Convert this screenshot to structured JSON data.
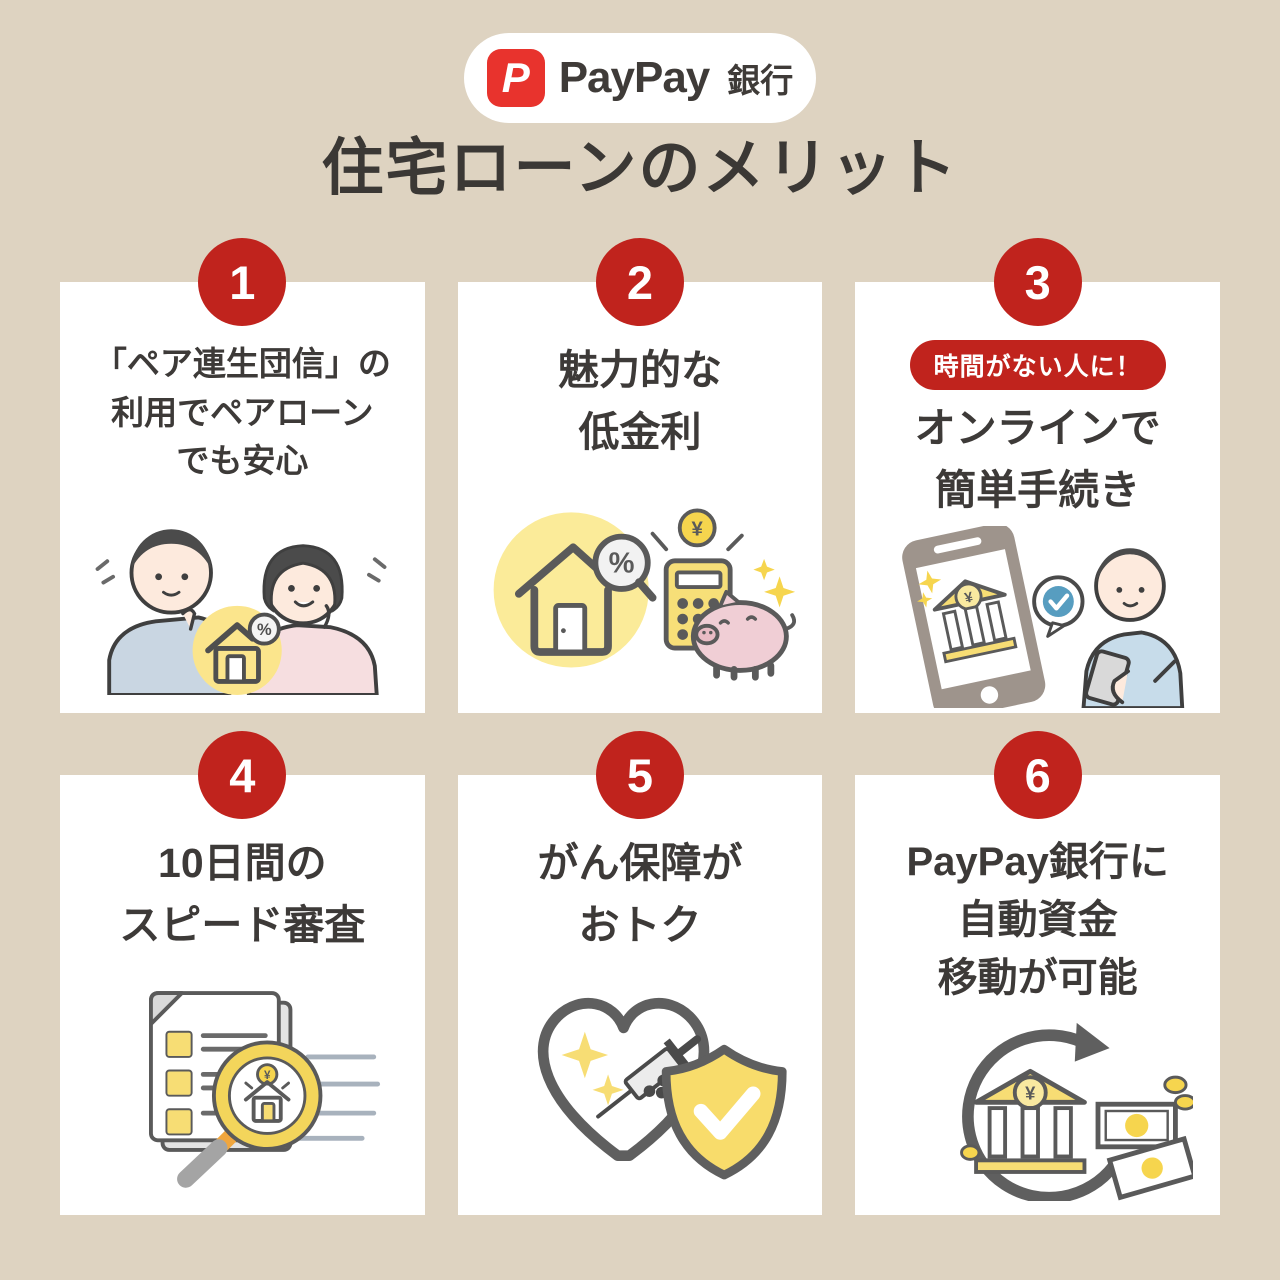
{
  "header": {
    "logo": {
      "mark": "P",
      "name": "PayPay",
      "suffix": "銀行"
    },
    "title": "住宅ローンのメリット"
  },
  "colors": {
    "background": "#ded3c1",
    "card": "#ffffff",
    "accent_red": "#c0231d",
    "paypay_red": "#e8332d",
    "text_dark": "#3b3835",
    "highlight_yellow": "#fbe892",
    "shield_yellow": "#f8dc6b",
    "check_blue": "#579dc0",
    "piggy_pink": "#f0ced5"
  },
  "cards": [
    {
      "number": "1",
      "title_lines": [
        "「ペア連生団信」の",
        "利用でペアローン",
        "でも安心"
      ],
      "illustration": "couple-with-house-interest-icon"
    },
    {
      "number": "2",
      "title_lines": [
        "魅力的な",
        "低金利"
      ],
      "illustration": "house-percent-calculator-piggy-bank-icon"
    },
    {
      "number": "3",
      "badge": "時間がない人に！",
      "title_lines": [
        "オンラインで",
        "簡単手続き"
      ],
      "illustration": "smartphone-bank-app-man-icon"
    },
    {
      "number": "4",
      "title_lines": [
        "10日間の",
        "スピード審査"
      ],
      "illustration": "document-magnifier-speed-icon"
    },
    {
      "number": "5",
      "title_lines": [
        "がん保障が",
        "おトク"
      ],
      "illustration": "heart-syringe-shield-check-icon"
    },
    {
      "number": "6",
      "title_lines": [
        "PayPay銀行に",
        "自動資金",
        "移動が可能"
      ],
      "illustration": "bank-circular-arrow-money-icon"
    }
  ]
}
